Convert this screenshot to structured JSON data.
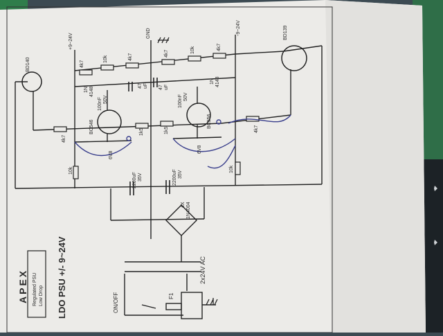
{
  "title": "LDO PSU +/- 9~24V",
  "brand": {
    "logo_text": "APEX",
    "line1": "Regulated PSU",
    "line2": "Low Drop"
  },
  "rails": {
    "pos": "+9~24V",
    "neg": "-9~24V",
    "gnd": "GND"
  },
  "transistors": {
    "q1": "BD140",
    "q2": "BD139",
    "q3": "BC546",
    "q4": "BC556"
  },
  "resistors": {
    "r_top1": "4k7",
    "r_top2": "10k",
    "r_top3": "4k7",
    "r_top4": "4k7",
    "r_top5": "10k",
    "r_top6": "4k7",
    "r_mid1": "4k7",
    "r_mid2": "1k5",
    "r_mid3": "1k5",
    "r_mid4": "4k7",
    "r_bot1": "10k",
    "r_bot2": "10k"
  },
  "diodes": {
    "d1a": "1N",
    "d1b": "4148",
    "d2a": "1N",
    "d2b": "4148",
    "z1": "6V8",
    "z2": "6V8"
  },
  "caps": {
    "c1a": "47",
    "c1b": "uF",
    "c2a": "47",
    "c2b": "uF",
    "c3a": "100nF",
    "c3b": "50V",
    "c4a": "100nF",
    "c4b": "50V",
    "c5a": "2200uF",
    "c5b": "35V",
    "c6a": "2200uF",
    "c6b": "35V"
  },
  "bridge": {
    "line1": "4X",
    "line2": "1N4004"
  },
  "transformer": "2x24V AC",
  "switch_label": "ON/OFF",
  "fuse": "F1",
  "colors": {
    "paper": "#ecebe8",
    "ink": "#222222",
    "pen": "#3a3f8c",
    "table": "#3c4a52",
    "green_tape": "#2f7d4b"
  }
}
